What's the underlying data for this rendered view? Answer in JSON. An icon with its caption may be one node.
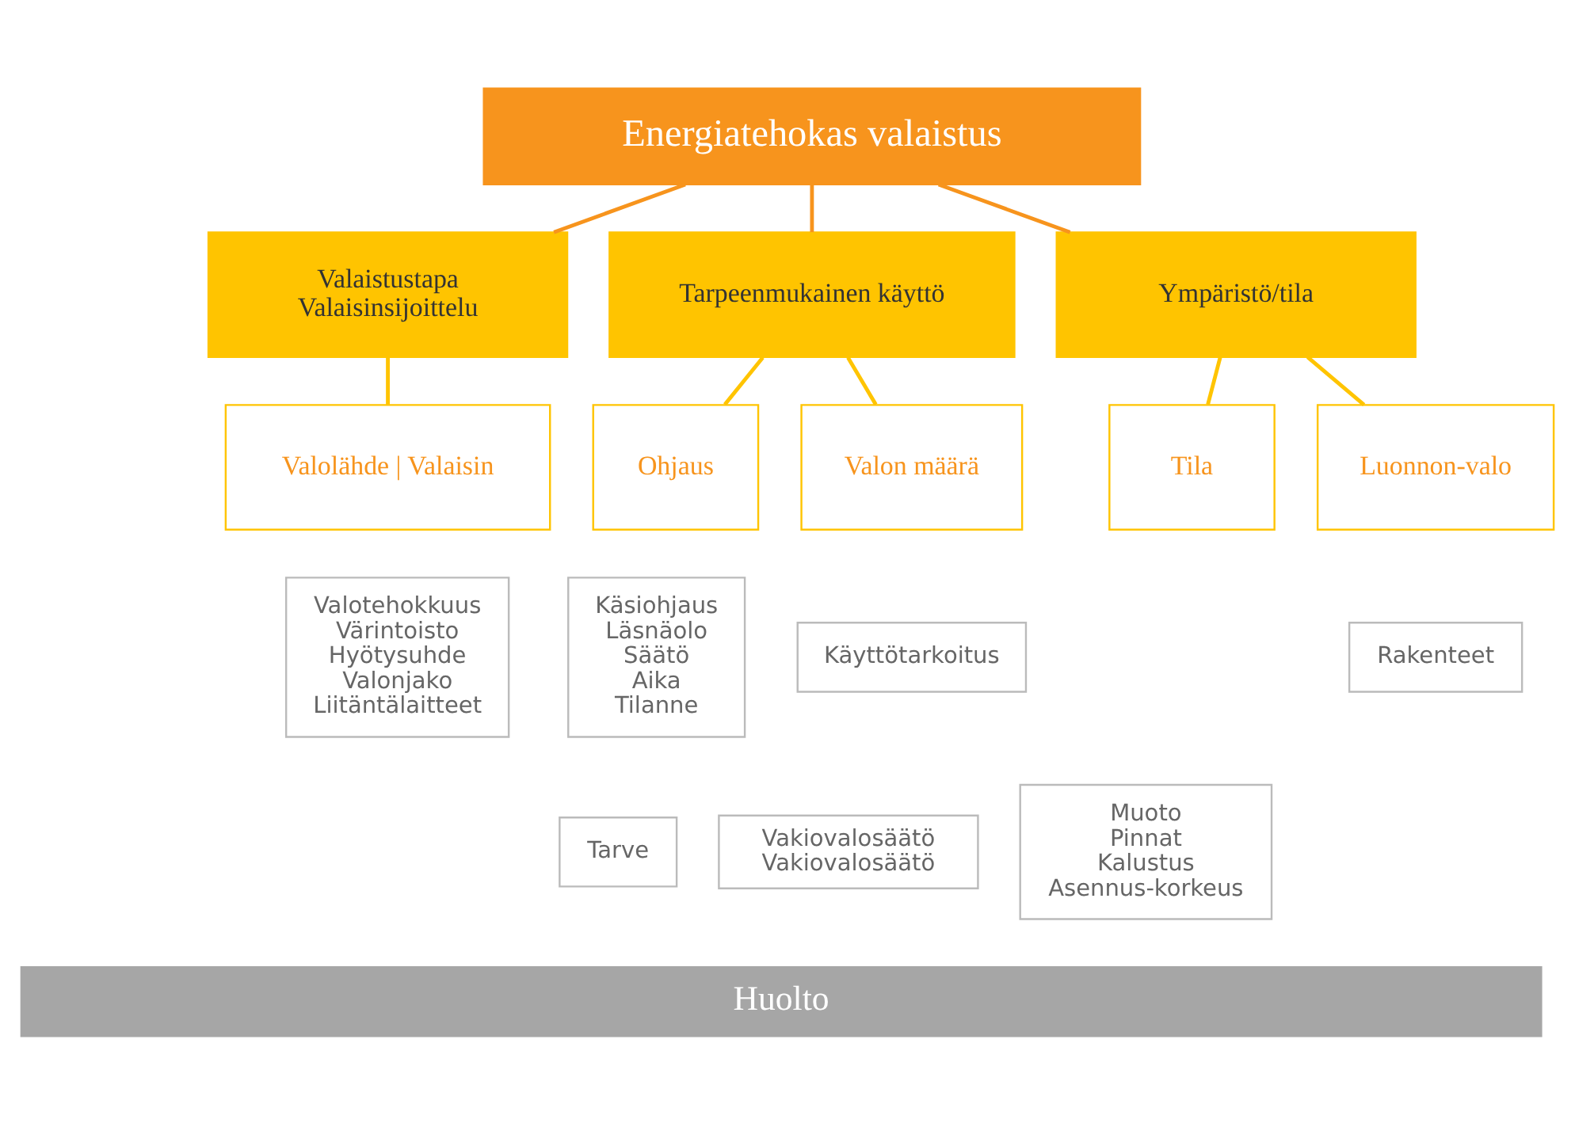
{
  "diagram": {
    "nodes": [
      {
        "text": [
          "Energiatehokas valaistus"
        ]
      },
      {
        "text": [
          "Valaistustapa",
          "Valaisinsijoittelu"
        ]
      },
      {
        "text": [
          "Tarpeenmukainen käyttö"
        ]
      },
      {
        "text": [
          "Ympäristö/tila"
        ]
      },
      {
        "text": [
          "Valolähde | Valaisin"
        ]
      },
      {
        "text": [
          "Ohjaus"
        ]
      },
      {
        "text": [
          "Valon määrä"
        ]
      },
      {
        "text": [
          "Tila"
        ]
      },
      {
        "text": [
          "Luonnon-valo"
        ]
      },
      {
        "text": [
          "Valotehokkuus",
          "Värintoisto",
          "Hyötysuhde",
          "Valonjako",
          "Liitäntälaitteet"
        ]
      },
      {
        "text": [
          "Käsiohjaus",
          "Läsnäolo",
          "Säätö",
          "Aika",
          "Tilanne"
        ]
      },
      {
        "text": [
          "Käyttötarkoitus"
        ]
      },
      {
        "text": [
          "Rakenteet"
        ]
      },
      {
        "text": [
          "Vakiovalosäätö",
          "Vakiovalosäätö"
        ]
      },
      {
        "text": [
          "Tarve"
        ]
      },
      {
        "text": [
          "Muoto",
          "Pinnat",
          "Kalustus",
          "Asennus-korkeus"
        ]
      },
      {
        "text": [
          "Huolto"
        ]
      }
    ],
    "edges": [
      {
        "from": 0,
        "to": 1,
        "arrow": "none",
        "color": "#f7941d"
      },
      {
        "from": 0,
        "to": 2,
        "arrow": "none",
        "color": "#f7941d"
      },
      {
        "from": 0,
        "to": 3,
        "arrow": "none",
        "color": "#f7941d"
      },
      {
        "from": 1,
        "to": 4,
        "arrow": "none"
      },
      {
        "from": 2,
        "to": 5,
        "arrow": "none"
      },
      {
        "from": 2,
        "to": 6,
        "arrow": "none"
      },
      {
        "from": 3,
        "to": 7,
        "arrow": "none"
      },
      {
        "from": 3,
        "to": 8,
        "arrow": "none"
      }
    ]
  }
}
